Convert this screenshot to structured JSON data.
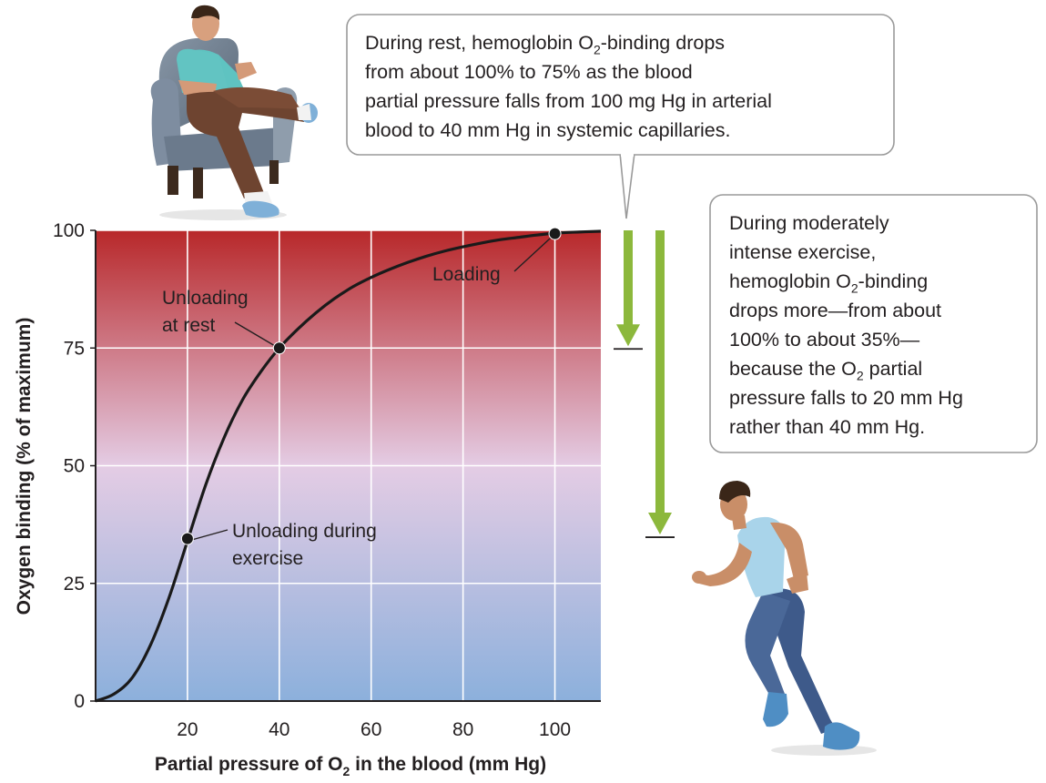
{
  "chart_data": {
    "type": "line",
    "title": "",
    "xlabel": "Partial pressure of O",
    "xlabel_sub": "2",
    "xlabel_suffix": " in the blood (mm Hg)",
    "ylabel": "Oxygen binding (% of maximum)",
    "xlim": [
      0,
      110
    ],
    "ylim": [
      0,
      100
    ],
    "x_ticks": [
      20,
      40,
      60,
      80,
      100
    ],
    "y_ticks": [
      0,
      25,
      50,
      75,
      100
    ],
    "grid": true,
    "series": [
      {
        "x": [
          0,
          4,
          8,
          12,
          16,
          20,
          24,
          28,
          32,
          36,
          40,
          44,
          48,
          52,
          56,
          60,
          64,
          68,
          72,
          76,
          80,
          84,
          88,
          92,
          96,
          100,
          104,
          110
        ],
        "y": [
          0,
          1.5,
          5,
          12,
          22,
          34,
          46,
          56,
          64,
          70,
          75,
          79,
          82.5,
          85.5,
          88,
          90,
          91.7,
          93.2,
          94.5,
          95.6,
          96.5,
          97.3,
          98,
          98.5,
          99,
          99.4,
          99.6,
          99.8
        ]
      }
    ],
    "points": [
      {
        "x": 100,
        "y": 99.3,
        "label": "Loading"
      },
      {
        "x": 40,
        "y": 75,
        "label": "Unloading at rest"
      },
      {
        "x": 20,
        "y": 34.5,
        "label": "Unloading during exercise"
      }
    ],
    "background_gradient": [
      "#b8282a",
      "#e4cce4",
      "#8cb0dc"
    ]
  },
  "annotations": {
    "loading": "Loading",
    "unloading_rest": [
      "Unloading",
      "at rest"
    ],
    "unloading_exercise": [
      "Unloading during",
      "exercise"
    ]
  },
  "callouts": {
    "rest": {
      "lines": [
        [
          "During rest, hemoglobin O",
          "2",
          "-binding drops"
        ],
        [
          "from about 100% to 75% as the blood"
        ],
        [
          "partial pressure falls from 100 mg Hg in arterial"
        ],
        [
          "blood to 40 mm Hg in systemic capillaries."
        ]
      ]
    },
    "exercise": {
      "lines": [
        [
          "During moderately"
        ],
        [
          "intense exercise,"
        ],
        [
          "hemoglobin O",
          "2",
          "-binding"
        ],
        [
          "drops more—from about"
        ],
        [
          "100% to about 35%—"
        ],
        [
          "because the O",
          "2",
          " partial"
        ],
        [
          "pressure falls to 20 mm Hg"
        ],
        [
          "rather than 40 mm Hg."
        ]
      ]
    }
  },
  "drop_arrows": [
    {
      "from": 100,
      "to": 75
    },
    {
      "from": 100,
      "to": 35
    }
  ],
  "colors": {
    "curve": "#1a1a1a",
    "arrow": "#8cb83c",
    "grid": "#ffffff",
    "callout_border": "#9a9a9a"
  },
  "illustrations": [
    "man-resting-in-armchair",
    "man-running"
  ]
}
